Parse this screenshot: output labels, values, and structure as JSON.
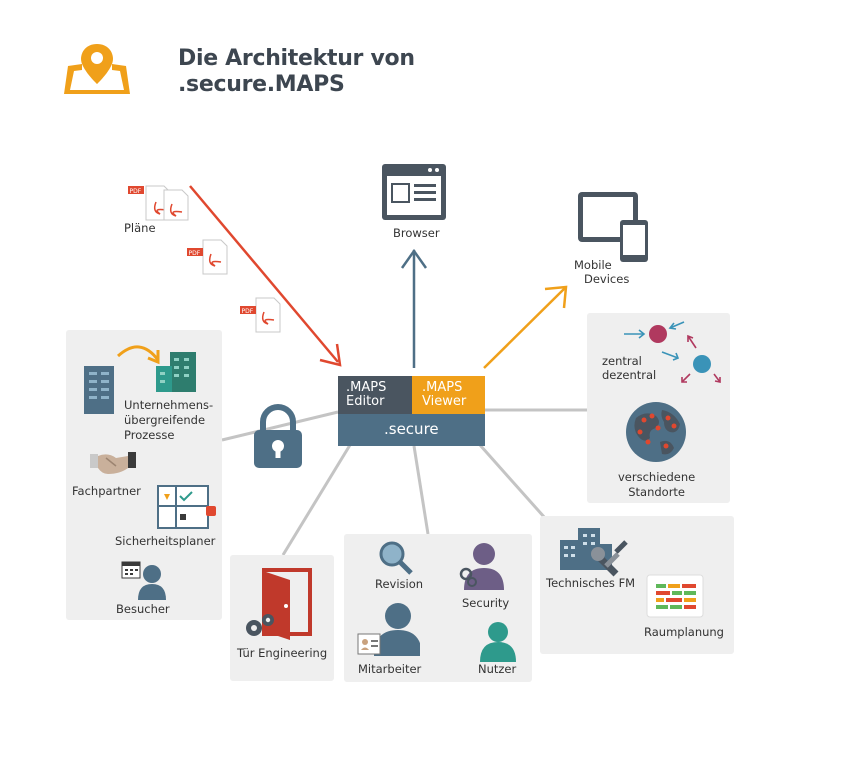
{
  "header": {
    "title_line1": "Die Architektur von",
    "title_line2": ".secure.MAPS"
  },
  "hub": {
    "editor_line1": ".MAPS",
    "editor_line2": "Editor",
    "viewer_line1": ".MAPS",
    "viewer_line2": "Viewer",
    "secure": ".secure"
  },
  "nodes": {
    "plaene": "Pläne",
    "browser": "Browser",
    "mobile_line1": "Mobile",
    "mobile_line2": "Devices"
  },
  "left_panel": {
    "processes_line1": "Unternehmens-",
    "processes_line2": "übergreifende",
    "processes_line3": "Prozesse",
    "partner": "Fachpartner",
    "security_planner": "Sicherheitsplaner",
    "visitor": "Besucher"
  },
  "right_panel": {
    "zentral": "zentral",
    "dezentral": "dezentral",
    "locations_line1": "verschiedene",
    "locations_line2": "Standorte"
  },
  "door_panel": {
    "label": "Tür Engineering"
  },
  "people_panel": {
    "revision": "Revision",
    "security": "Security",
    "employee": "Mitarbeiter",
    "user": "Nutzer"
  },
  "fm_panel": {
    "fm": "Technisches FM",
    "room": "Raumplanung"
  },
  "colors": {
    "red": "#e0482f",
    "orange": "#f0a01a",
    "slate": "#4e6f86",
    "dark": "#4a5560",
    "panel": "#efefef",
    "teal": "#2e9a8c"
  },
  "icons": [
    "map-pin-icon",
    "pdf-icon",
    "browser-icon",
    "tablet-icon",
    "lock-icon",
    "building-icon",
    "handshake-icon",
    "floorplan-icon",
    "visitor-icon",
    "door-icon",
    "gear-icon",
    "magnifier-icon",
    "person-icon",
    "globe-icon",
    "wrench-icon",
    "chart-icon"
  ]
}
